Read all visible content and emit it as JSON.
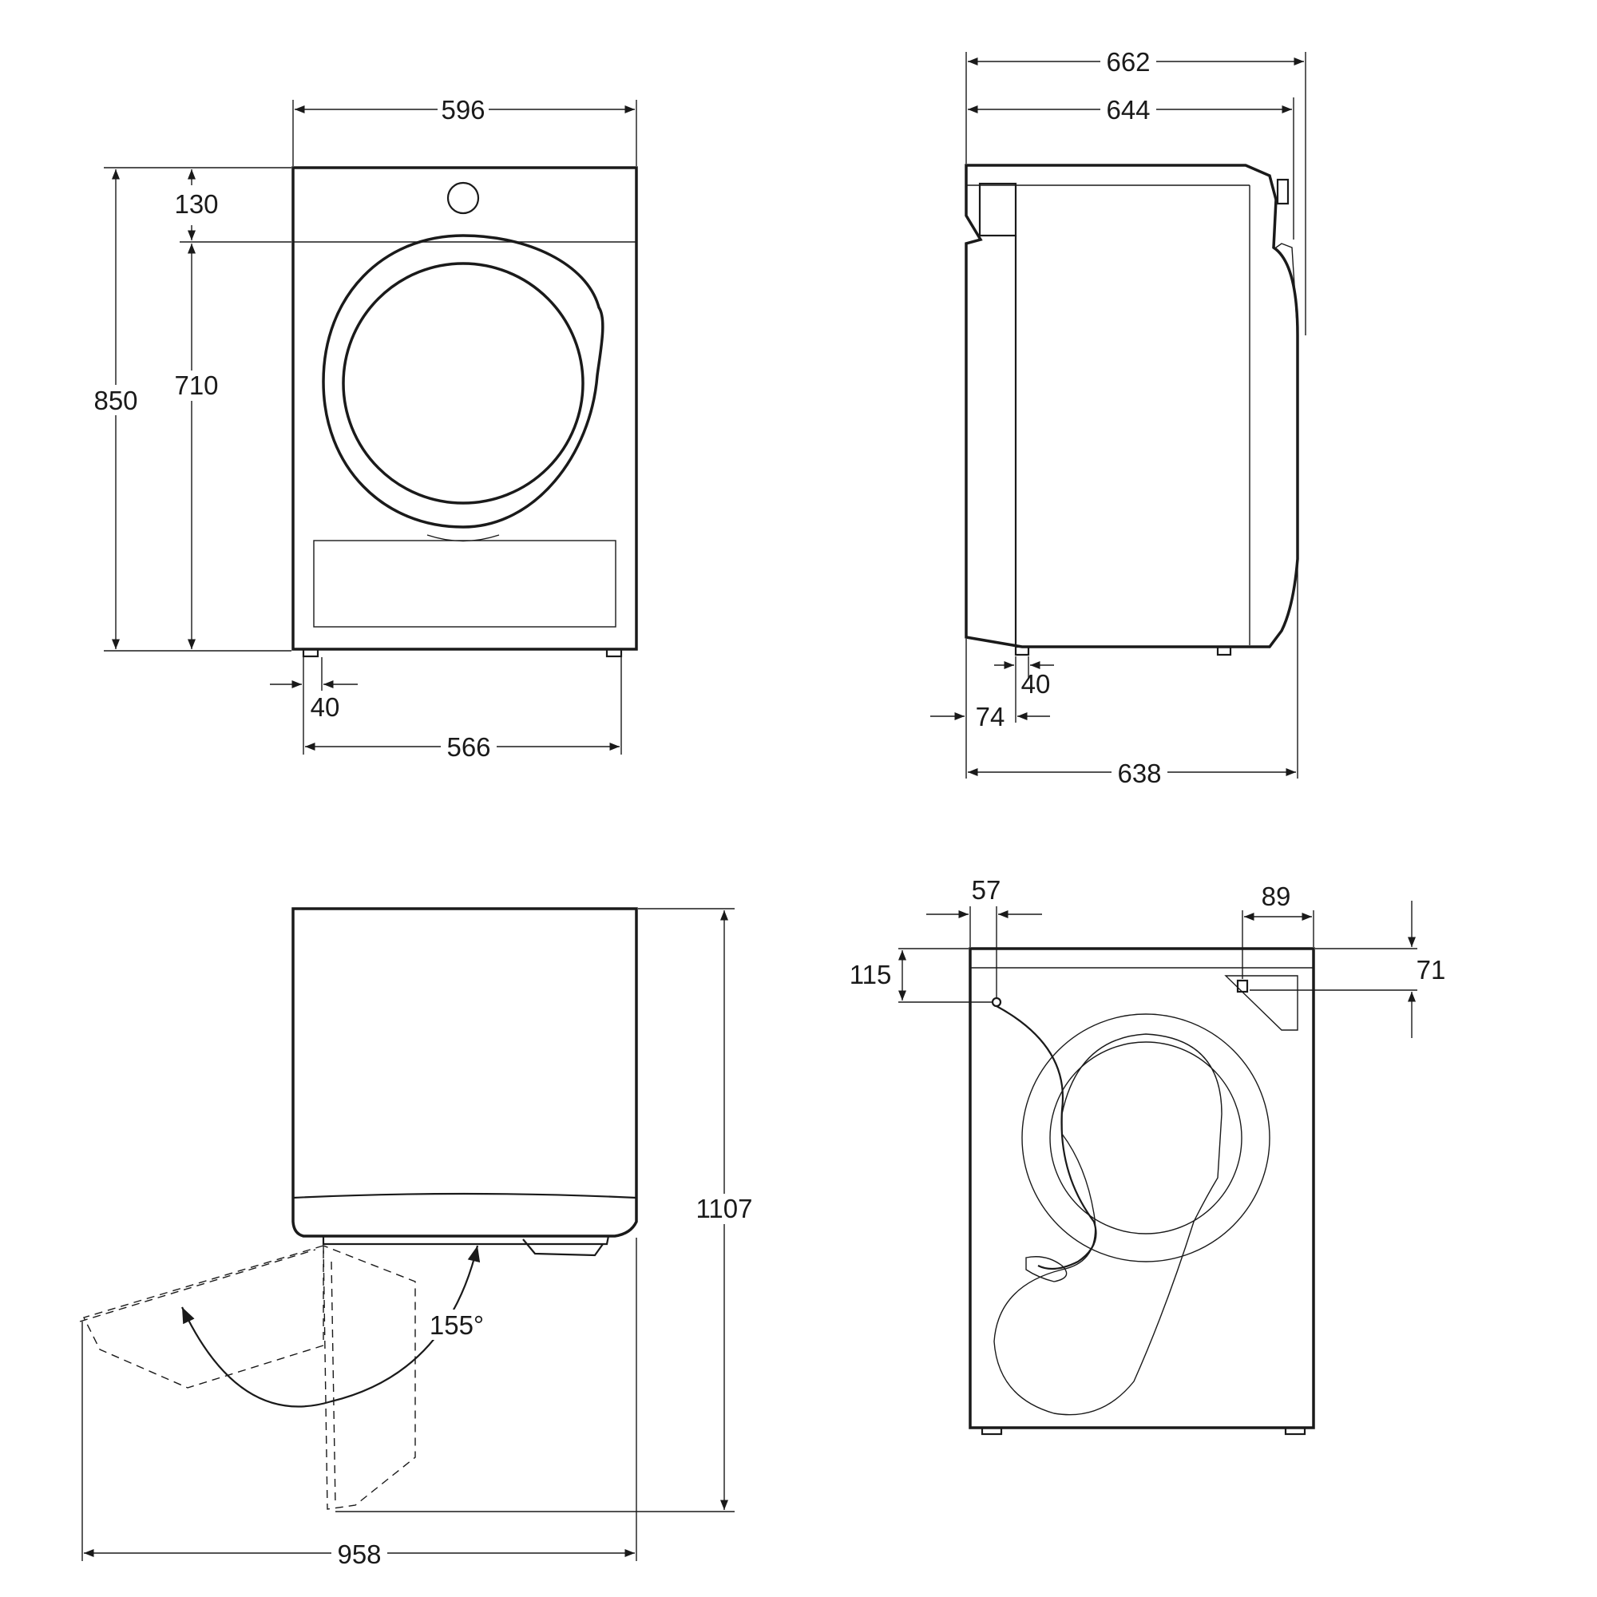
{
  "front_view": {
    "width": "596",
    "top_panel": "130",
    "body_height": "710",
    "total_height": "850",
    "foot_width": "40",
    "feet_span": "566"
  },
  "side_view": {
    "depth_with_handle": "662",
    "depth": "644",
    "depth_base": "638",
    "foot_width": "40",
    "foot_offset": "74"
  },
  "door_view": {
    "height_with_door": "1107",
    "door_angle": "155°",
    "width_door_open": "958"
  },
  "rear_view": {
    "cable_offset_x": "57",
    "cable_offset_y": "115",
    "hose_offset_x": "89",
    "hose_offset_y": "71"
  }
}
